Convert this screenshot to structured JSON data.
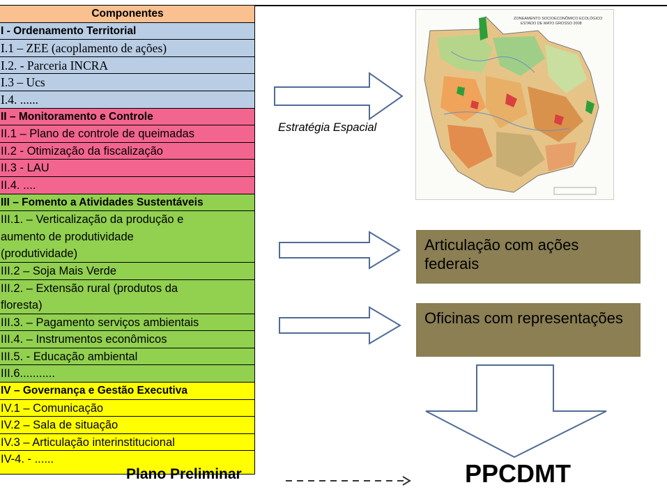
{
  "table": {
    "header": "Componentes",
    "sections": [
      {
        "title": "I - Ordenamento Territorial",
        "color": "#b9cde5",
        "items": [
          "I.1 – ZEE (acoplamento de ações)",
          "I.2. - Parceria INCRA",
          "I.3 – Ucs",
          "I.4. ......"
        ]
      },
      {
        "title": "II – Monitoramento e Controle",
        "color": "#f2658f",
        "items": [
          "II.1 – Plano de controle de queimadas",
          "II.2 -  Otimização da fiscalização",
          "II.3 -  LAU",
          "II.4. ...."
        ]
      },
      {
        "title": "III – Fomento a Atividades Sustentáveis",
        "color": "#92d050",
        "items": [
          "III.1. – Verticalização da produção  e",
          "aumento de produtividade",
          "(produtividade)",
          "III.2 – Soja Mais Verde",
          "III.2. – Extensão rural (produtos da",
          "floresta)",
          "III.3. – Pagamento serviços ambientais",
          "III.4. – Instrumentos econômicos",
          "III.5. - Educação ambiental",
          "III.6..........."
        ]
      },
      {
        "title": "IV – Governança e  Gestão Executiva",
        "color": "#ffff00",
        "items": [
          "IV.1 – Comunicação",
          "IV.2 –  Sala de situação",
          "IV.3 –  Articulação interinstitucional",
          "IV-4. - ......"
        ]
      }
    ]
  },
  "map": {
    "title_line1": "ZONEAMENTO SOCIOECONÔMICO ECOLÓGICO",
    "title_line2": "ESTADO DE MATO GROSSO 2008"
  },
  "labels": {
    "spatial_strategy": "Estratégia Espacial",
    "federal_actions": "Articulação com ações federais",
    "workshops": "Oficinas com representações",
    "preliminary_plan": "Plano Preliminar",
    "final_plan": "PPCDMT"
  },
  "colors": {
    "arrow_stroke": "#4f6b95",
    "box_fill": "#8b7f53"
  }
}
